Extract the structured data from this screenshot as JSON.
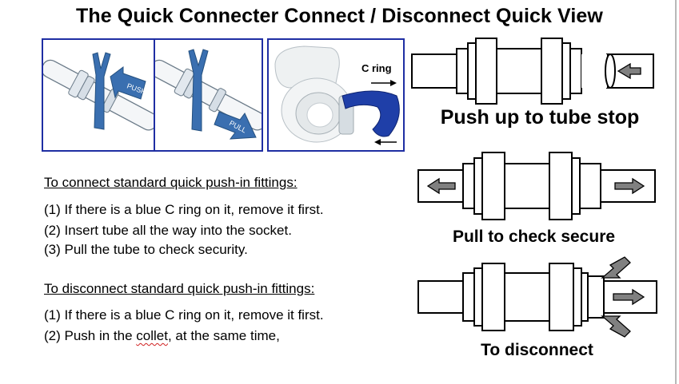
{
  "title": "The Quick Connecter Connect / Disconnect  Quick View",
  "photos": {
    "push_label": "PUSH",
    "pull_label": "PULL",
    "cring_label": "C ring"
  },
  "connect": {
    "heading": "To connect standard quick push-in fittings:",
    "steps": [
      "(1) If there is a blue C ring on it, remove it first.",
      "(2) Insert tube all the way into the socket.",
      "(3) Pull the tube to check security."
    ]
  },
  "disconnect": {
    "heading": "To disconnect standard quick push-in fittings:",
    "step1": "(1) If there is a blue C ring on it, remove it first.",
    "step2_before": "(2) Push in the ",
    "step2_word": "collet",
    "step2_after": ", at the same time,"
  },
  "diagrams": {
    "push_caption": "Push up to tube stop",
    "pull_caption": "Pull to check secure",
    "disconnect_caption": "To disconnect"
  },
  "colors": {
    "frame_blue": "#1f2ea3",
    "collet_blue": "#3a6fb0",
    "arrow_gray": "#808080"
  }
}
